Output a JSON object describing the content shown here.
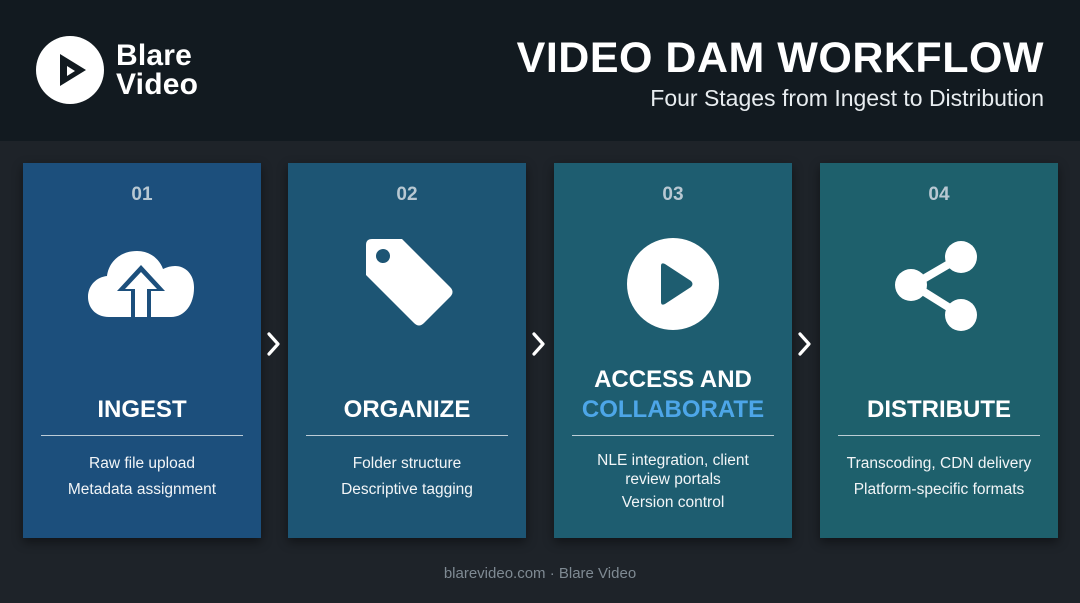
{
  "brand": {
    "line1": "Blare",
    "line2": "Video"
  },
  "header": {
    "title": "VIDEO DAM WORKFLOW",
    "subtitle": "Four Stages from Ingest to Distribution"
  },
  "stages": [
    {
      "number": "01",
      "label": "INGEST",
      "icon": "cloud-upload-icon",
      "lines": [
        "Raw file upload",
        "Metadata assignment"
      ],
      "color": "#1c4f7c"
    },
    {
      "number": "02",
      "label": "ORGANIZE",
      "icon": "tag-icon",
      "lines": [
        "Folder structure",
        "Descriptive tagging"
      ],
      "color": "#1d5574"
    },
    {
      "number": "03",
      "label_line1": "ACCESS AND",
      "label_line2": "COLLABORATE",
      "icon": "play-circle-icon",
      "lines": [
        "NLE integration, client",
        "review portals",
        "Version control"
      ],
      "color": "#1e5d70"
    },
    {
      "number": "04",
      "label": "DISTRIBUTE",
      "icon": "share-icon",
      "lines": [
        "Transcoding, CDN delivery",
        "Platform-specific formats"
      ],
      "color": "#1e606c"
    }
  ],
  "colors": {
    "accent": "#4da6e8",
    "header_bg": "#121a20",
    "page_bg": "#1e2329"
  },
  "footer": "blarevideo.com · Blare Video"
}
